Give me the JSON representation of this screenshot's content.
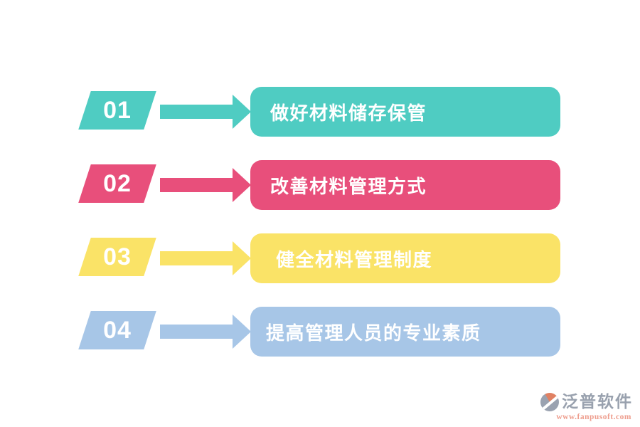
{
  "page": {
    "background": "#ffffff",
    "text_color": "#ffffff"
  },
  "items": [
    {
      "number": "01",
      "label": "做好材料储存保管",
      "color": "#4fccc2"
    },
    {
      "number": "02",
      "label": "改善材料管理方式",
      "color": "#e84f7b"
    },
    {
      "number": "03",
      "label": "健全材料管理制度",
      "color": "#fae367"
    },
    {
      "number": "04",
      "label": "提高管理人员的专业素质",
      "color": "#a7c6e7"
    }
  ],
  "footer": {
    "brand": "泛普软件",
    "url": "www.fanpusoft.com",
    "brand_color": "#99a1ae",
    "url_color": "#ee9d8d",
    "icon": "fanpu-logo-icon",
    "icon_gray": "#9aa2b0",
    "icon_orange": "#e08163"
  }
}
